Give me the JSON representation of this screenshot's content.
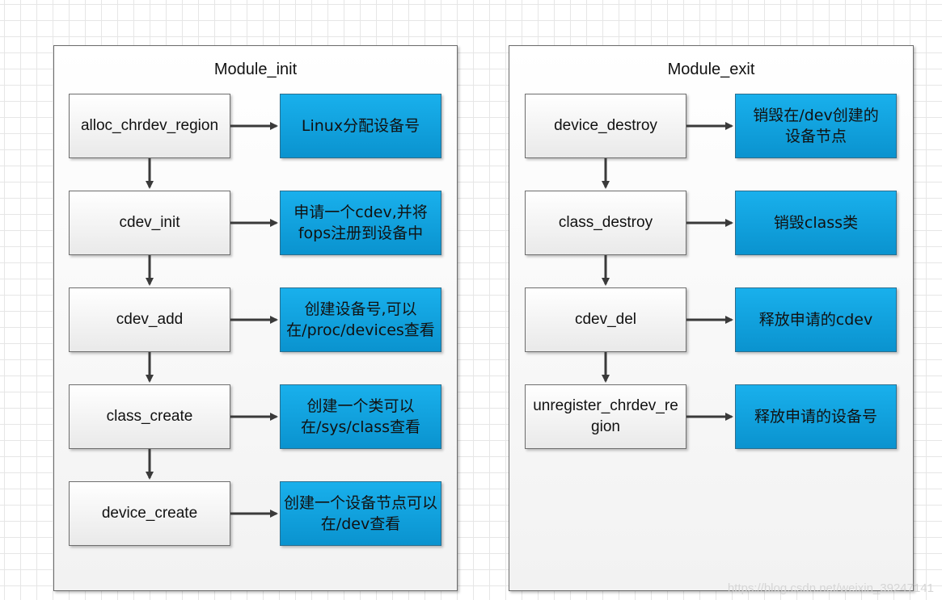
{
  "left_panel": {
    "title": "Module_init",
    "steps": [
      {
        "func": "alloc_chrdev_region",
        "note": "Linux分配设备号"
      },
      {
        "func": "cdev_init",
        "note": "申请一个cdev,并将fops注册到设备中"
      },
      {
        "func": "cdev_add",
        "note": "创建设备号,可以在/proc/devices查看"
      },
      {
        "func": "class_create",
        "note": "创建一个类可以在/sys/class查看"
      },
      {
        "func": "device_create",
        "note": "创建一个设备节点可以在/dev查看"
      }
    ]
  },
  "right_panel": {
    "title": "Module_exit",
    "steps": [
      {
        "func": "device_destroy",
        "note": "销毁在/dev创建的设备节点"
      },
      {
        "func": "class_destroy",
        "note": "销毁class类"
      },
      {
        "func": "cdev_del",
        "note": "释放申请的cdev"
      },
      {
        "func": "unregister_chrdev_region",
        "note": "释放申请的设备号"
      }
    ]
  },
  "watermark": "https://blog.csdn.net/weixin_39247141",
  "colors": {
    "note_fill": "#0a9fdc",
    "arrow": "#3a3a3a",
    "func_border": "#6e6e6e"
  }
}
